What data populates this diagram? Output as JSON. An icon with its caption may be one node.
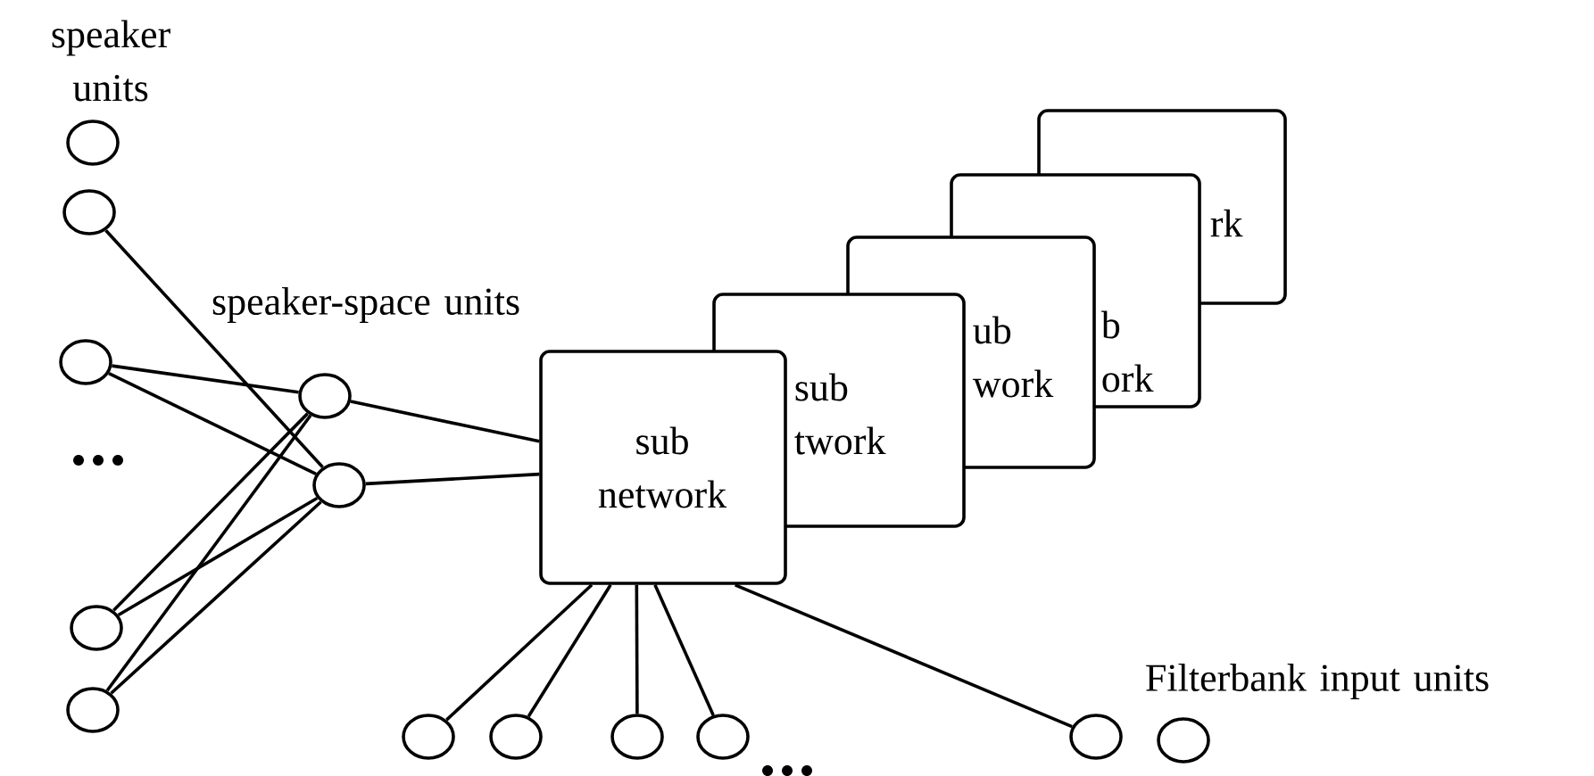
{
  "diagram": {
    "nodes": [
      {
        "text": [],
        "shape": "circle"
      },
      {
        "text": [],
        "shape": "circle"
      },
      {
        "text": [],
        "shape": "circle"
      },
      {
        "text": [],
        "shape": "circle"
      },
      {
        "text": [],
        "shape": "circle"
      },
      {
        "text": [],
        "shape": "circle"
      },
      {
        "text": [],
        "shape": "circle"
      },
      {
        "text": [
          "sub network"
        ]
      },
      {
        "text": [
          "sub twork"
        ]
      },
      {
        "text": [
          "ub work"
        ]
      },
      {
        "text": [
          "b ork"
        ]
      },
      {
        "text": [
          "rk"
        ]
      },
      {
        "text": [],
        "shape": "circle"
      },
      {
        "text": [],
        "shape": "circle"
      },
      {
        "text": [],
        "shape": "circle"
      },
      {
        "text": [],
        "shape": "circle"
      },
      {
        "text": [],
        "shape": "circle"
      },
      {
        "text": [],
        "shape": "circle"
      }
    ],
    "edges": [
      {
        "from": 1,
        "to": 6,
        "arrow": "none"
      },
      {
        "from": 2,
        "to": 5,
        "arrow": "none"
      },
      {
        "from": 2,
        "to": 6,
        "arrow": "none"
      },
      {
        "from": 3,
        "to": 5,
        "arrow": "none"
      },
      {
        "from": 3,
        "to": 6,
        "arrow": "none"
      },
      {
        "from": 4,
        "to": 5,
        "arrow": "none"
      },
      {
        "from": 4,
        "to": 6,
        "arrow": "none"
      },
      {
        "from": 5,
        "to": 7,
        "arrow": "none"
      },
      {
        "from": 6,
        "to": 7,
        "arrow": "none"
      },
      {
        "from": 7,
        "to": 12,
        "arrow": "none"
      },
      {
        "from": 7,
        "to": 13,
        "arrow": "none"
      },
      {
        "from": 7,
        "to": 14,
        "arrow": "none"
      },
      {
        "from": 7,
        "to": 15,
        "arrow": "none"
      },
      {
        "from": 7,
        "to": 16,
        "arrow": "none"
      }
    ],
    "labels": [
      "speaker units",
      "speaker-space units",
      "Filterbank input units"
    ]
  }
}
